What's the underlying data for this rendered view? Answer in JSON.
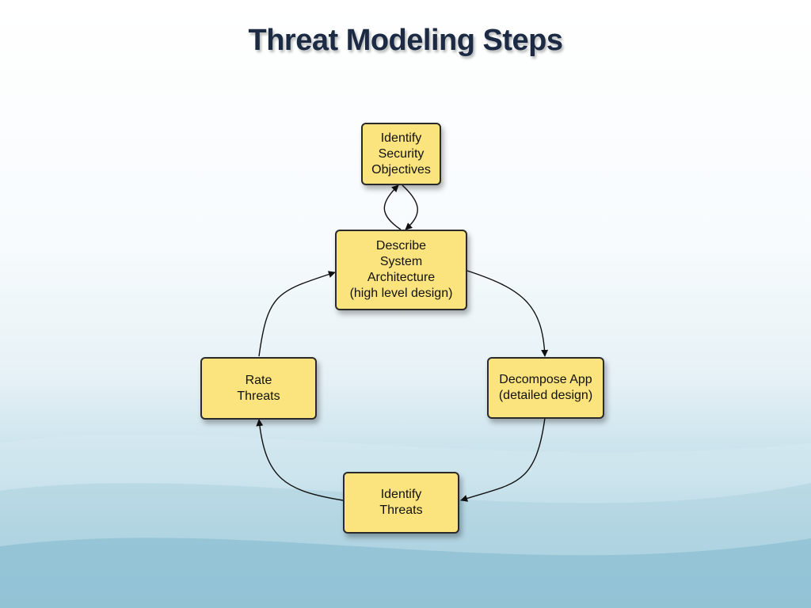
{
  "title": "Threat Modeling Steps",
  "nodes": {
    "objectives": {
      "lines": [
        "Identify",
        "Security",
        "Objectives"
      ]
    },
    "architecture": {
      "lines": [
        "Describe",
        "System",
        "Architecture",
        "(high level design)"
      ]
    },
    "decompose": {
      "lines": [
        "Decompose App",
        "(detailed design)"
      ]
    },
    "identify_threats": {
      "lines": [
        "Identify",
        "Threats"
      ]
    },
    "rate_threats": {
      "lines": [
        "Rate",
        "Threats"
      ]
    }
  },
  "colors": {
    "node_fill": "#fbe47d",
    "node_border": "#2a2a2a",
    "title": "#1c2a44",
    "arrow": "#111111"
  }
}
